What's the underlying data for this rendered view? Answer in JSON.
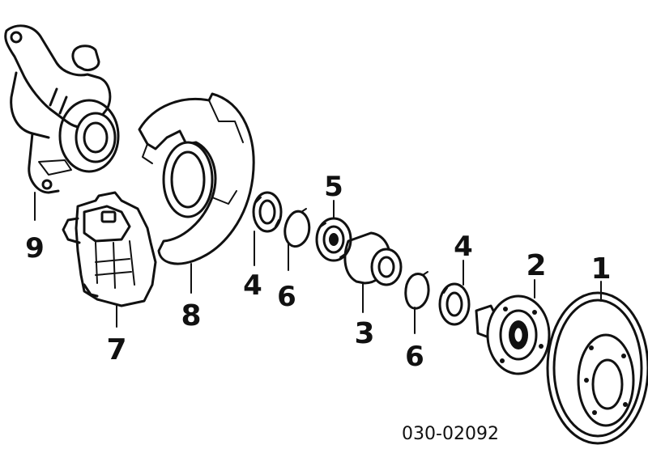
{
  "diagram": {
    "part_code": "030-02092",
    "callouts": {
      "rotor": "1",
      "hub": "2",
      "spacer": "3",
      "bearing_outer": "4",
      "bearing_inner": "4",
      "bearing_center": "5",
      "snap_ring_left": "6",
      "snap_ring_right": "6",
      "caliper": "7",
      "dust_shield": "8",
      "knuckle": "9"
    }
  }
}
